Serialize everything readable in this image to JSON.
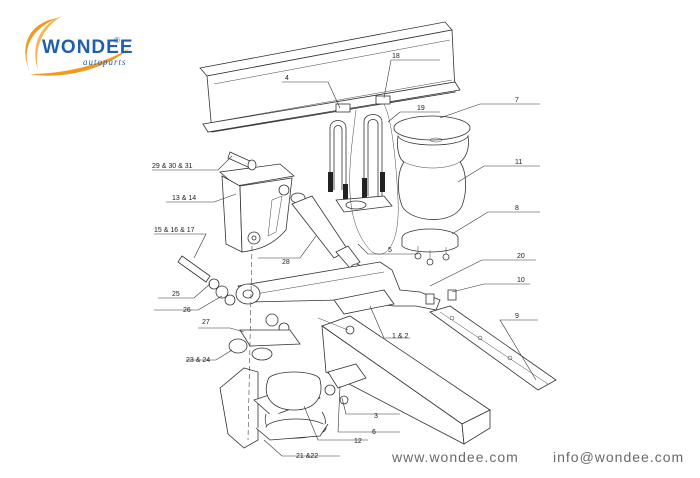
{
  "logo": {
    "brand": "WONDEE",
    "sub": "autoparts",
    "reg": "®",
    "swoosh_color": "#f39a1e",
    "text_color": "#1f5fae"
  },
  "labels": [
    {
      "id": "l1",
      "text": "18"
    },
    {
      "id": "l2",
      "text": "4"
    },
    {
      "id": "l3",
      "text": "7"
    },
    {
      "id": "l4",
      "text": "19"
    },
    {
      "id": "l5",
      "text": "29 & 30 & 31"
    },
    {
      "id": "l6",
      "text": "11"
    },
    {
      "id": "l7",
      "text": "13 & 14"
    },
    {
      "id": "l8",
      "text": "8"
    },
    {
      "id": "l9",
      "text": "15 & 16 & 17"
    },
    {
      "id": "l10",
      "text": "5"
    },
    {
      "id": "l11",
      "text": "28"
    },
    {
      "id": "l12",
      "text": "20"
    },
    {
      "id": "l13",
      "text": "10"
    },
    {
      "id": "l14",
      "text": "25"
    },
    {
      "id": "l15",
      "text": "26"
    },
    {
      "id": "l16",
      "text": "9"
    },
    {
      "id": "l17",
      "text": "27"
    },
    {
      "id": "l18",
      "text": "1 & 2"
    },
    {
      "id": "l19",
      "text": "23 & 24"
    },
    {
      "id": "l20",
      "text": "3"
    },
    {
      "id": "l21",
      "text": "6"
    },
    {
      "id": "l22",
      "text": "12"
    },
    {
      "id": "l23",
      "text": "21 &22"
    }
  ],
  "footer": {
    "website": "www.wondee.com",
    "email": "info@wondee.com"
  }
}
